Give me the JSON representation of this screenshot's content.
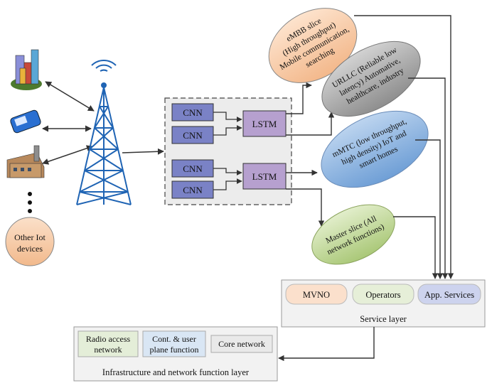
{
  "devices": {
    "other_devices_label_lines": [
      "Other Iot",
      "devices"
    ]
  },
  "models": {
    "group1": {
      "cnn_a": "CNN",
      "cnn_b": "CNN",
      "lstm": "LSTM"
    },
    "group2": {
      "cnn_a": "CNN",
      "cnn_b": "CNN",
      "lstm": "LSTM"
    }
  },
  "slices": {
    "embb": [
      "eMBB slice",
      "(High throughput)",
      "Mobile communication,",
      "searching"
    ],
    "urllc": [
      "URLLC (Reliable low",
      "latency) Automative,",
      "healthcare, industry"
    ],
    "mmtc": [
      "mMTC (low throughput,",
      "high density) IoT and",
      "smart homes"
    ],
    "master": [
      "Master slice (All",
      "network functions)"
    ]
  },
  "service_layer": {
    "title": "Service layer",
    "items": [
      "MVNO",
      "Operators",
      "App. Services"
    ]
  },
  "infrastructure_layer": {
    "title": "Infrastructure and network function layer",
    "items": [
      [
        "Radio access",
        "network"
      ],
      [
        "Cont. & user",
        "plane function"
      ],
      [
        "Core network"
      ]
    ]
  },
  "colors": {
    "embb": "#f6c9a4",
    "urllc": "#a6a6a6",
    "mmtc": "#8db4df",
    "master": "#c5dc9c",
    "cnn": "#7a82c6",
    "lstm": "#b6a0cf",
    "tower": "#1f64b4",
    "mvno": "#fbe0cc",
    "operators": "#e6efd8",
    "app": "#cdd3ee",
    "radio": "#e4eed8",
    "cont": "#d9e6f4",
    "core": "#e9e9e9"
  }
}
